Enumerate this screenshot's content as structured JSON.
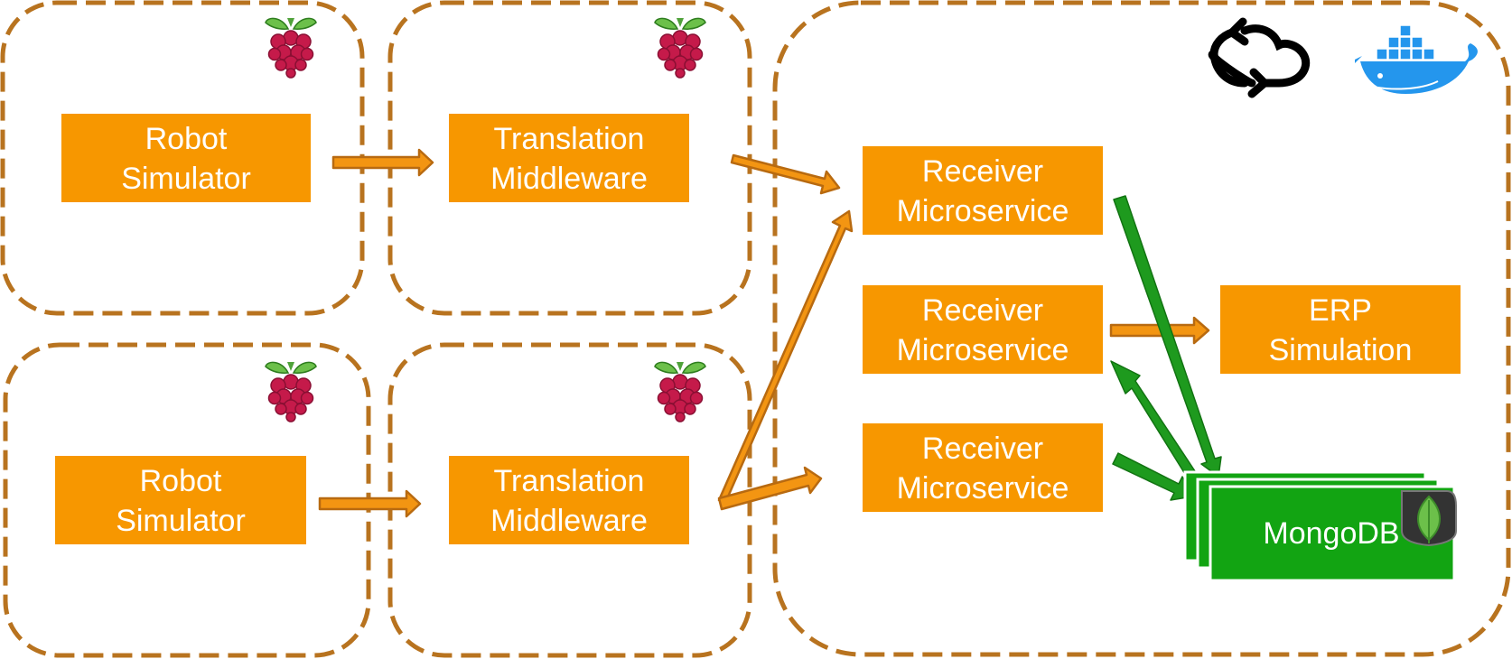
{
  "colors": {
    "box_fill": "#F79700",
    "dash_border": "#B8731F",
    "arrow_orange": "#F39512",
    "arrow_orange_dark": "#B86A10",
    "arrow_green": "#1E9A1E",
    "db_green": "#12A412",
    "raspberry_red": "#C51A4A",
    "leaf_green": "#6CC04A",
    "docker_blue": "#2496ED"
  },
  "nodes": {
    "robot_sim_1": [
      "Robot",
      "Simulator"
    ],
    "translation_1": [
      "Translation",
      "Middleware"
    ],
    "robot_sim_2": [
      "Robot",
      "Simulator"
    ],
    "translation_2": [
      "Translation",
      "Middleware"
    ],
    "receiver_1": [
      "Receiver",
      "Microservice"
    ],
    "receiver_2": [
      "Receiver",
      "Microservice"
    ],
    "receiver_3": [
      "Receiver",
      "Microservice"
    ],
    "erp": [
      "ERP",
      "Simulation"
    ],
    "mongodb": "MongoDB"
  },
  "icons": {
    "device": "raspberry-pi-icon",
    "cloud": "cloud-sync-icon",
    "container": "docker-whale-icon",
    "database": "mongodb-leaf-icon"
  }
}
